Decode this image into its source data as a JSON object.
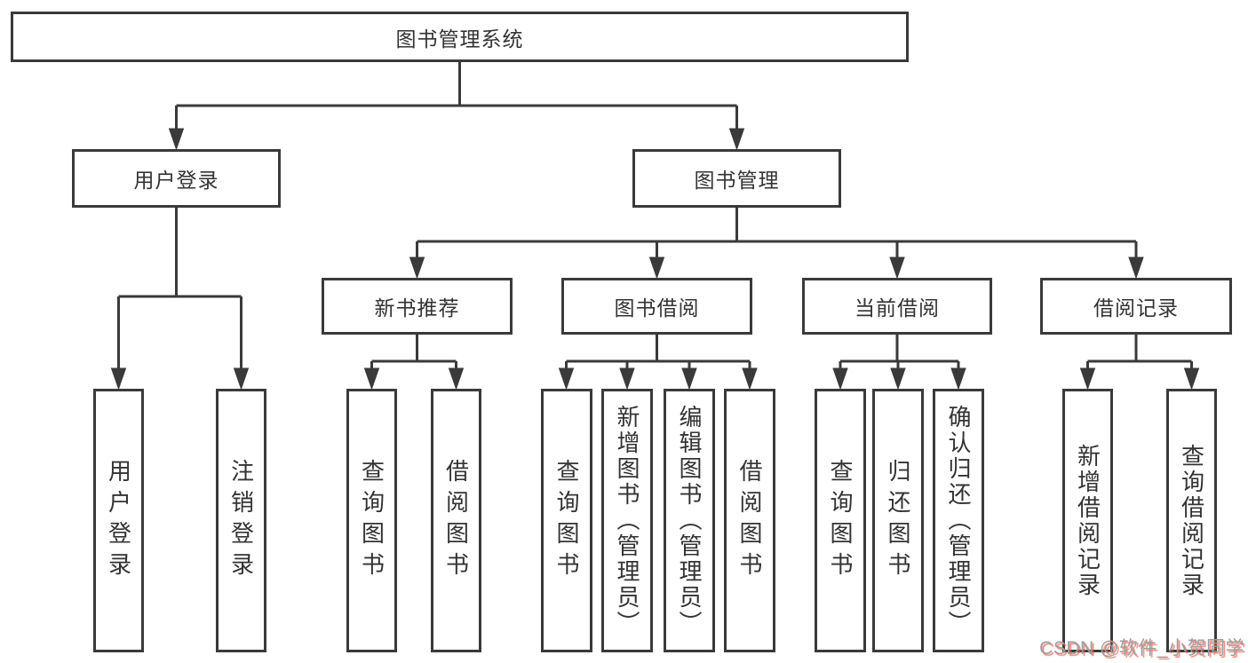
{
  "tree": {
    "root": {
      "label": "图书管理系统"
    },
    "branches": [
      {
        "label": "用户登录",
        "leaves": [
          {
            "label": "用户登录"
          },
          {
            "label": "注销登录"
          }
        ]
      },
      {
        "label": "图书管理",
        "groups": [
          {
            "label": "新书推荐",
            "leaves": [
              {
                "label": "查询图书"
              },
              {
                "label": "借阅图书"
              }
            ]
          },
          {
            "label": "图书借阅",
            "leaves": [
              {
                "label": "查询图书"
              },
              {
                "label": "新增图书（管理员）"
              },
              {
                "label": "编辑图书（管理员）"
              },
              {
                "label": "借阅图书"
              }
            ]
          },
          {
            "label": "当前借阅",
            "leaves": [
              {
                "label": "查询图书"
              },
              {
                "label": "归还图书"
              },
              {
                "label": "确认归还（管理员）"
              }
            ]
          },
          {
            "label": "借阅记录",
            "leaves": [
              {
                "label": "新增借阅记录"
              },
              {
                "label": "查询借阅记录"
              }
            ]
          }
        ]
      }
    ]
  },
  "watermark": {
    "text": "CSDN @软件_小贺同学"
  },
  "colors": {
    "line": "#3a3a3a",
    "text": "#333333",
    "background": "#ffffff",
    "watermark_gray": "#9d9d9d",
    "watermark_red": "#eb5a46"
  }
}
